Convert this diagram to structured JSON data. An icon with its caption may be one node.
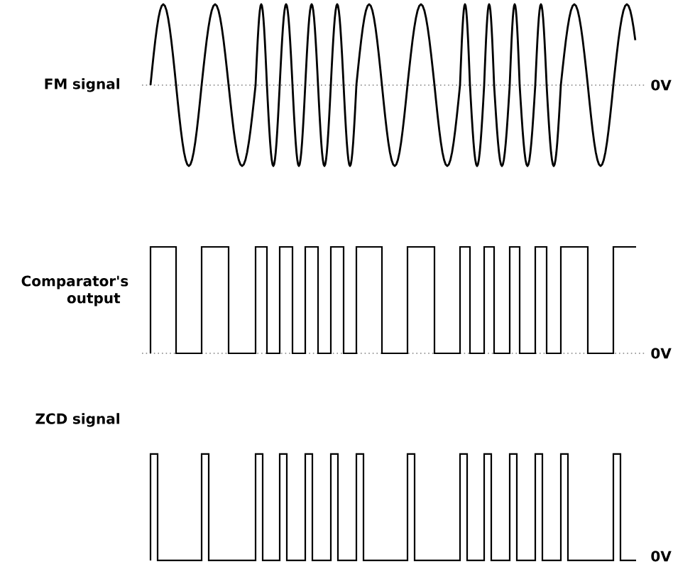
{
  "diagram": {
    "labels": [
      "FM signal",
      "0V",
      "Comparator's output",
      "0V",
      "ZCD signal",
      "0V"
    ]
  }
}
